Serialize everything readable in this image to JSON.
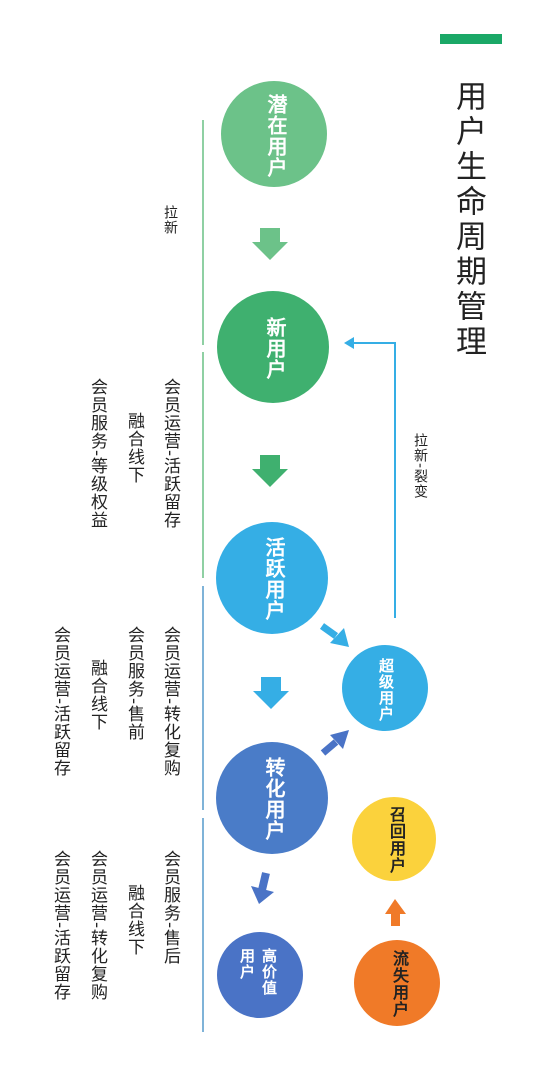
{
  "title": "用户生命周期管理",
  "stages": {
    "potential": "潜在用户",
    "new": "新用户",
    "active": "活跃用户",
    "converted": "转化用户",
    "high_value": "高价值用户",
    "super": "超级用户",
    "recall": "召回用户",
    "churned": "流失用户"
  },
  "loop_label": "拉新-裂变",
  "phases": [
    {
      "lines": [
        "拉新"
      ]
    },
    {
      "lines": [
        "会员运营-活跃留存",
        "融合线下",
        "会员服务-等级权益"
      ]
    },
    {
      "lines": [
        "会员运营-转化复购",
        "会员服务-售前",
        "融合线下",
        "会员运营-活跃留存"
      ]
    },
    {
      "lines": [
        "会员服务-售后",
        "融合线下",
        "会员运营-转化复购",
        "会员运营-活跃留存"
      ]
    }
  ],
  "colors": {
    "accent_bar": "#1aa867",
    "potential": "#6cc289",
    "new": "#3fb06f",
    "active": "#35aee5",
    "converted": "#4a7cc8",
    "high_value": "#4a73c6",
    "super": "#35aee5",
    "recall": "#fbd23c",
    "churned": "#f07a28",
    "phase_line_green": "#8fd0a3",
    "phase_line_blue": "#7fb3d8",
    "loop_arrow": "#35aee5"
  }
}
